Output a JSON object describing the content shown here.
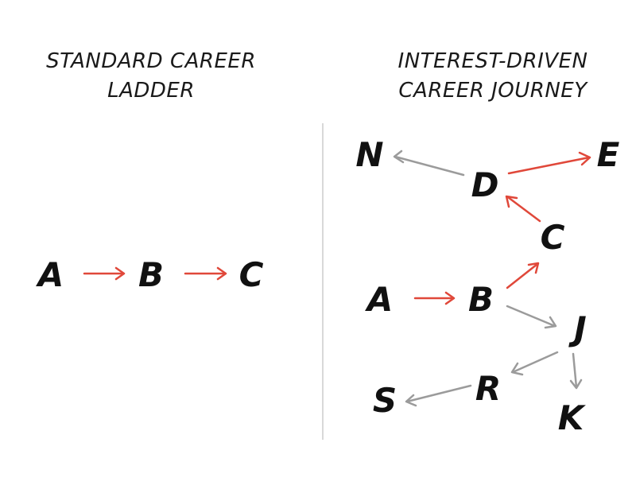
{
  "left_panel": {
    "title_line1": "STANDARD CAREER",
    "title_line2": "LADDER",
    "nodes": {
      "a": "A",
      "b": "B",
      "c": "C"
    }
  },
  "right_panel": {
    "title_line1": "INTEREST-DRIVEN",
    "title_line2": "CAREER JOURNEY",
    "nodes": {
      "a": "A",
      "b": "B",
      "c": "C",
      "d": "D",
      "e": "E",
      "n": "N",
      "j": "J",
      "r": "R",
      "s": "S",
      "k": "K"
    }
  },
  "colors": {
    "main_path": "#e0483a",
    "side_path": "#9b9b9b",
    "text": "#111111",
    "divider": "#cccccc"
  }
}
